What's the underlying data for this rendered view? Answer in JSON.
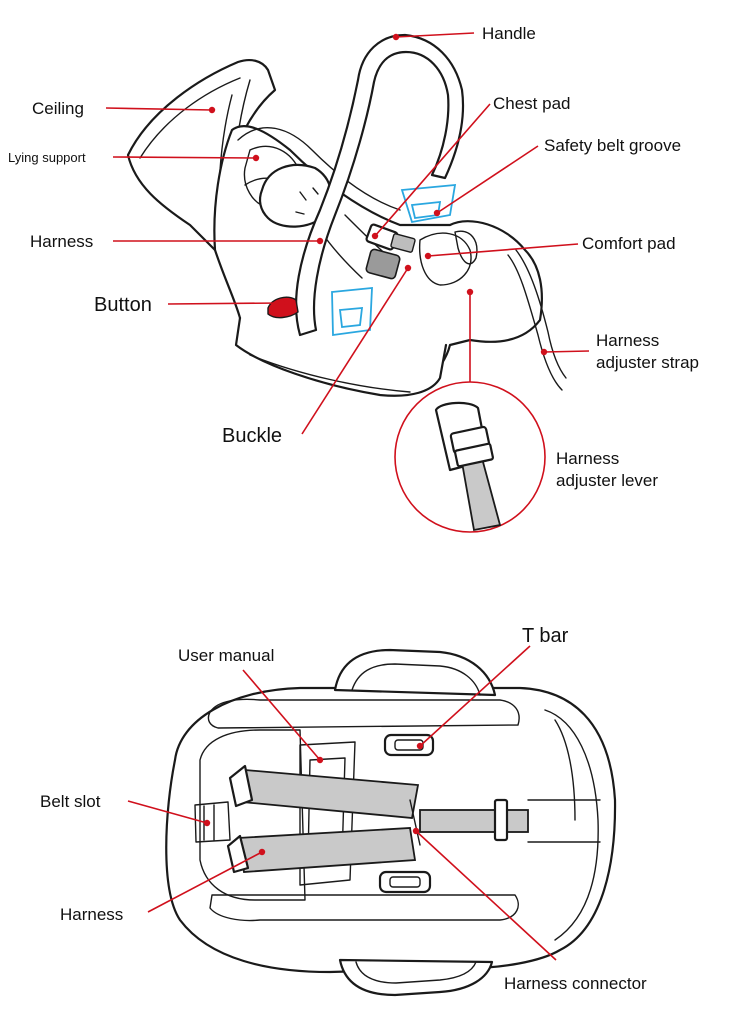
{
  "top_diagram": {
    "labels": {
      "handle": "Handle",
      "ceiling": "Ceiling",
      "chest_pad": "Chest pad",
      "lying_support": "Lying support",
      "safety_belt_groove": "Safety belt groove",
      "harness": "Harness",
      "comfort_pad": "Comfort pad",
      "button": "Button",
      "harness_adjuster_strap_1": "Harness",
      "harness_adjuster_strap_2": "adjuster strap",
      "buckle": "Buckle",
      "harness_adjuster_lever_1": "Harness",
      "harness_adjuster_lever_2": "adjuster lever"
    }
  },
  "bottom_diagram": {
    "labels": {
      "t_bar": "T bar",
      "user_manual": "User manual",
      "belt_slot": "Belt slot",
      "harness": "Harness",
      "harness_connector": "Harness connector"
    }
  },
  "colors": {
    "leader_line": "#d0101c",
    "outline": "#1a1a1a",
    "groove_highlight": "#2aa7e0",
    "strap_fill": "#c9c9c9"
  }
}
